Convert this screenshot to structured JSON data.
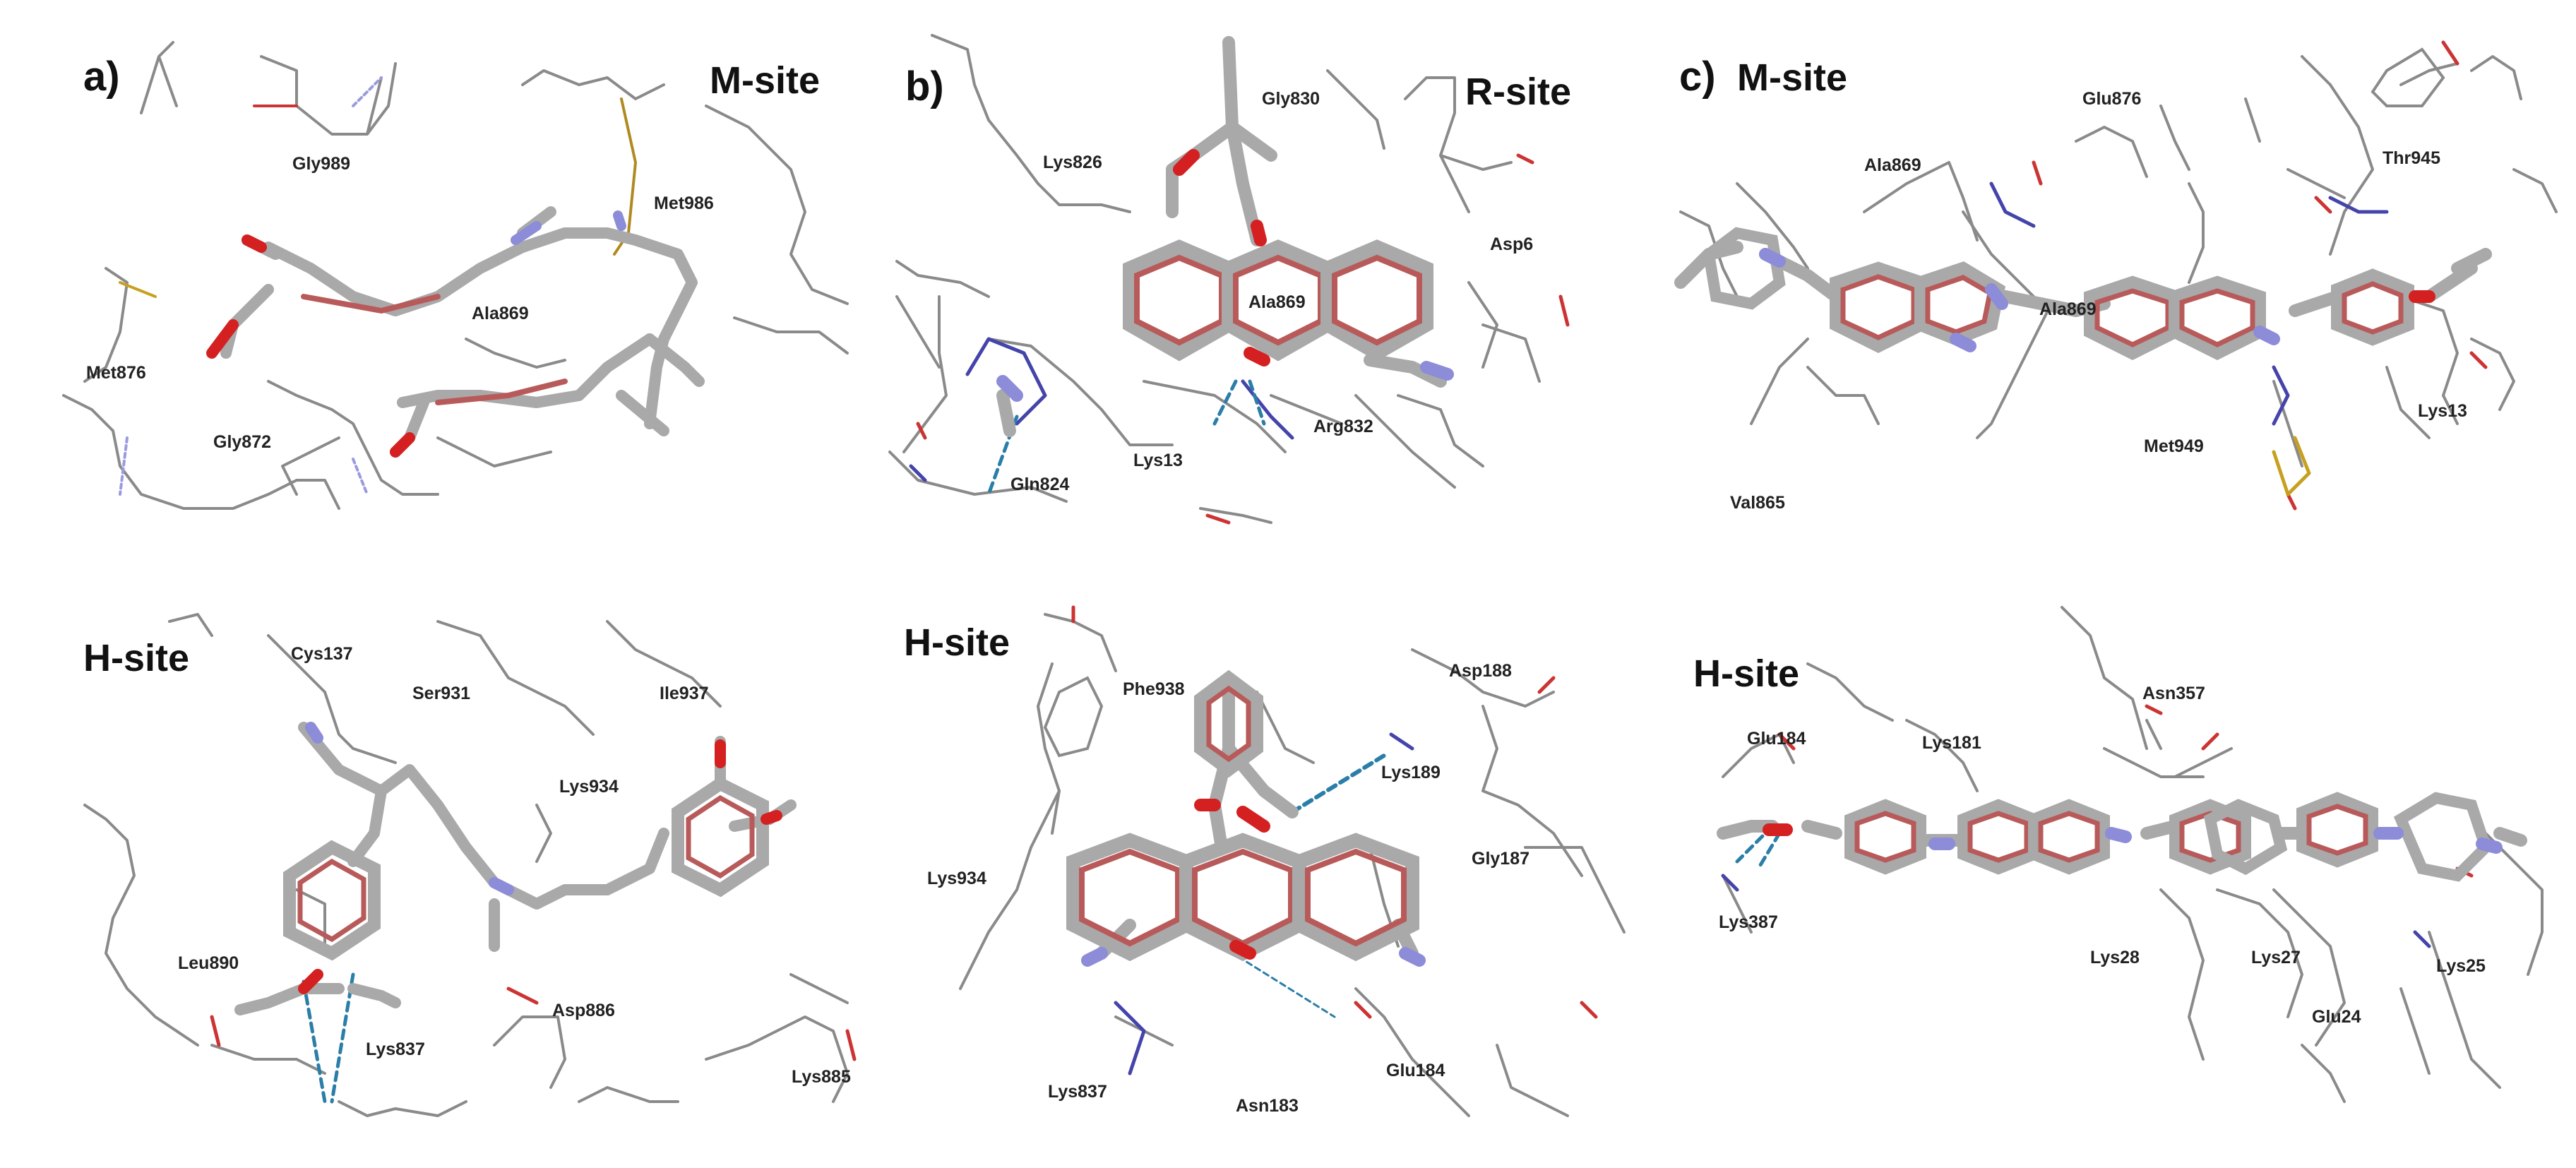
{
  "panels": [
    {
      "id": "a",
      "letter": "a)",
      "top_site": "M-site",
      "bottom_site": "H-site",
      "top_residues": [
        "Gly989",
        "Met986",
        "Ala869",
        "Met876",
        "Gly872"
      ],
      "bottom_residues": [
        "Cys137",
        "Ser931",
        "Ile937",
        "Lys934",
        "Leu890",
        "Asp886",
        "Lys837",
        "Lys885"
      ]
    },
    {
      "id": "b",
      "letter": "b)",
      "top_site": "R-site",
      "bottom_site": "H-site",
      "top_residues": [
        "Gly830",
        "Lys826",
        "Asp6",
        "Ala869",
        "Arg832",
        "Lys13",
        "Gln824"
      ],
      "bottom_residues": [
        "Phe938",
        "Asp188",
        "Lys189",
        "Gly187",
        "Lys934",
        "Lys837",
        "Asn183",
        "Glu184"
      ]
    },
    {
      "id": "c",
      "letter": "c)",
      "top_site": "M-site",
      "bottom_site": "H-site",
      "top_residues": [
        "Glu876",
        "Ala869",
        "Thr945",
        "Ala869",
        "Met949",
        "Lys13",
        "Val865"
      ],
      "bottom_residues": [
        "Asn357",
        "Glu184",
        "Lys181",
        "Lys387",
        "Lys28",
        "Lys27",
        "Lys25",
        "Glu24"
      ]
    }
  ],
  "colors": {
    "carbon_stick": "#a9a9a9",
    "aromatic_ring": "#b85a5a",
    "oxygen": "#d42020",
    "nitrogen": "#8c8cd8",
    "sulfur": "#c8a020",
    "hbond": "#2a7ea8",
    "protein_line": "#7a7a7a"
  }
}
